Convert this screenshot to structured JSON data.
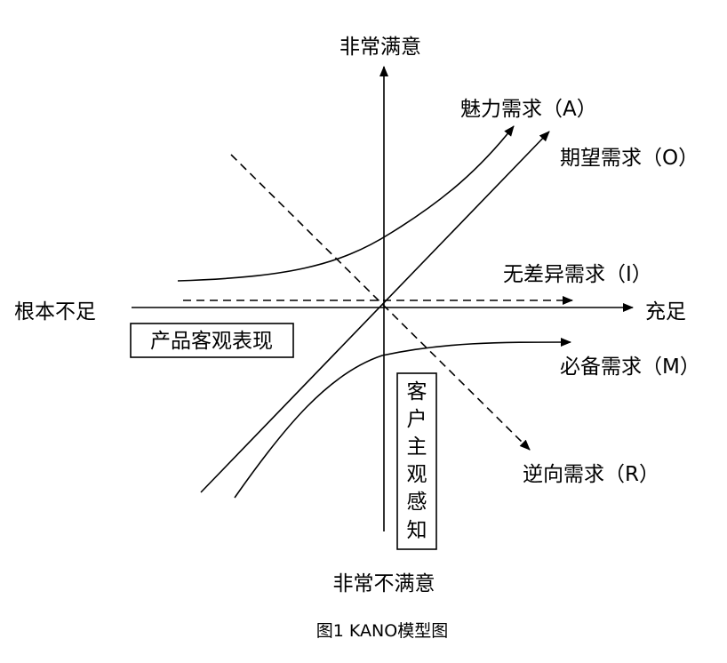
{
  "axes": {
    "y_top": "非常满意",
    "y_bottom": "非常不满意",
    "x_left": "根本不足",
    "x_right": "充足"
  },
  "curves": {
    "attractive": "魅力需求（A）",
    "one_dimensional": "期望需求（O）",
    "indifferent": "无差异需求（I）",
    "must_be": "必备需求（M）",
    "reverse": "逆向需求（R）"
  },
  "boxes": {
    "product_performance": "产品客观表现",
    "customer_perception": [
      "客",
      "户",
      "主",
      "观",
      "感",
      "知"
    ]
  },
  "caption": "图1 KANO模型图"
}
